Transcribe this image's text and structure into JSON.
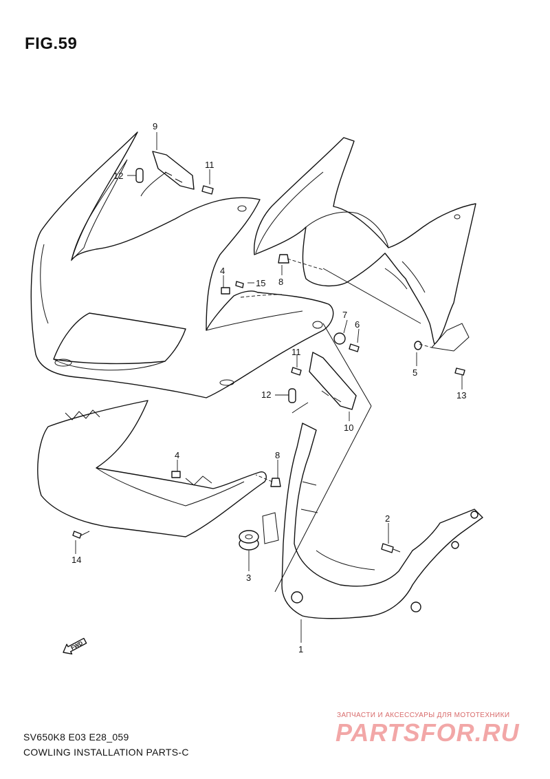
{
  "figure": {
    "title": "FIG.59",
    "code": "SV650K8 E03 E28_059",
    "subtitle": "COWLING INSTALLATION PARTS-C",
    "fwd": "FWD"
  },
  "watermark": {
    "caption": "ЗАПЧАСТИ И АКСЕССУАРЫ ДЛЯ МОТОТЕХНИКИ",
    "brand": "PARTSFOR.RU"
  },
  "callouts": {
    "c1": "1",
    "c2": "2",
    "c3": "3",
    "c4a": "4",
    "c4b": "4",
    "c5": "5",
    "c6": "6",
    "c7": "7",
    "c8a": "8",
    "c8b": "8",
    "c9": "9",
    "c10": "10",
    "c11a": "11",
    "c11b": "11",
    "c12a": "12",
    "c12b": "12",
    "c13": "13",
    "c14": "14",
    "c15": "15"
  }
}
